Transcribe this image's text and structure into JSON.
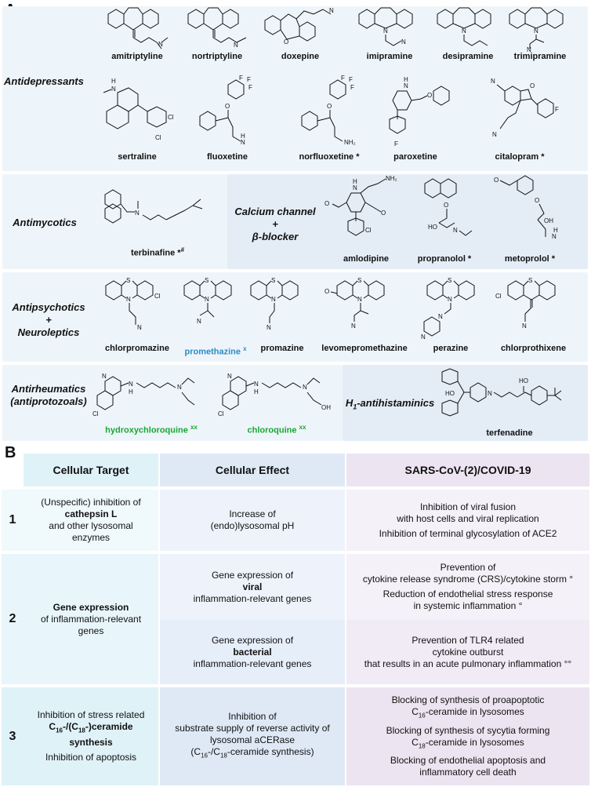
{
  "panel_a": {
    "letter": "A",
    "categories": {
      "antidepressants": "Antidepressants",
      "antimycotics": "Antimycotics",
      "calcium_line1": "Calcium channel",
      "calcium_line2": "+",
      "calcium_line3": "β-blocker",
      "antipsy_line1": "Antipsychotics",
      "antipsy_line2": "+",
      "antipsy_line3": "Neuroleptics",
      "antirheum_line1": "Antirheumatics",
      "antirheum_line2": "(antiprotozoals)",
      "antihist": "-antihistaminics",
      "antihist_prefix": "H",
      "antihist_sub": "1"
    },
    "drugs": {
      "amitriptyline": "amitriptyline",
      "nortriptyline": "nortriptyline",
      "doxepine": "doxepine",
      "imipramine": "imipramine",
      "desipramine": "desipramine",
      "trimipramine": "trimipramine",
      "sertraline": "sertraline",
      "fluoxetine": "fluoxetine",
      "norfluoxetine": "norfluoxetine *",
      "paroxetine": "paroxetine",
      "citalopram": "citalopram *",
      "terbinafine": "terbinafine *",
      "terbinafine_sup": "#",
      "amlodipine": "amlodipine",
      "propranolol": "propranolol *",
      "metoprolol": "metoprolol *",
      "chlorpromazine": "chlorpromazine",
      "promethazine": "promethazine",
      "promethazine_sup": "x",
      "promazine": "promazine",
      "levomepromethazine": "levomepromethazine",
      "perazine": "perazine",
      "chlorprothixene": "chlorprothixene",
      "hydroxychloroquine": "hydroxychloroquine",
      "hydroxychloroquine_sup": "xx",
      "chloroquine": "chloroquine",
      "chloroquine_sup": "xx",
      "terfenadine": "terfenadine"
    },
    "atoms": {
      "n": "N",
      "nh": "HN",
      "h": "H",
      "o": "O",
      "s": "S",
      "cl": "Cl",
      "f": "F",
      "nh2": "NH",
      "oh": "OH",
      "ho": "HO",
      "cf3": "F"
    },
    "colors": {
      "panel": "#eef5fa",
      "panel_dark": "#e4edf6",
      "blue": "#2b8cc4",
      "green": "#17a833"
    }
  },
  "panel_b": {
    "letter": "B",
    "headers": {
      "target": "Cellular Target",
      "effect": "Cellular Effect",
      "covid": "SARS-CoV-(2)/COVID-19"
    },
    "rows": [
      {
        "num": "1",
        "target_a": "(Unspecific) inhibition of",
        "target_b": "cathepsin L",
        "target_c": "and other lysosomal",
        "target_d": "enzymes",
        "effect_a": "Increase of",
        "effect_b": "(endo)lysosomal pH",
        "covid_a": "Inhibition of viral fusion",
        "covid_b": "with host cells and viral replication",
        "covid_c": "Inhibition of terminal glycosylation of ACE2"
      },
      {
        "num": "2",
        "target_a": "Gene expression",
        "target_b": "of inflammation-relevant",
        "target_c": "genes",
        "effect1_a": "Gene expression of",
        "effect1_b": "viral",
        "effect1_c": "inflammation-relevant genes",
        "effect2_a": "Gene expression of",
        "effect2_b": "bacterial",
        "effect2_c": "inflammation-relevant genes",
        "covid1_a": "Prevention of",
        "covid1_b": "cytokine release syndrome (CRS)/cytokine storm °",
        "covid1_c": "Reduction of endothelial stress response",
        "covid1_d": "in systemic inflammation °",
        "covid2_a": "Prevention of TLR4 related",
        "covid2_b": "cytokine outburst",
        "covid2_c": "that results in an acute pulmonary inflammation °°"
      },
      {
        "num": "3",
        "target_a": "Inhibition of stress related",
        "target_b1": "C",
        "target_b1_sub": "16",
        "target_b2": "-/(C",
        "target_b2_sub": "18",
        "target_b3": "-)ceramide",
        "target_c": "synthesis",
        "target_d": "Inhibition of apoptosis",
        "effect_a": "Inhibition of",
        "effect_b": "substrate supply of reverse activity of",
        "effect_c": "lysosomal aCERase",
        "effect_d1": "(C",
        "effect_d1_sub": "16",
        "effect_d2": "-/C",
        "effect_d2_sub": "18",
        "effect_d3": "-ceramide synthesis)",
        "covid_a": "Blocking of synthesis of proapoptotic",
        "covid_b1": "C",
        "covid_b1_sub": "16",
        "covid_b2": "-ceramide in lysosomes",
        "covid_c": "Blocking of synthesis of sycytia forming",
        "covid_d1": "C",
        "covid_d1_sub": "18",
        "covid_d2": "-ceramide in lysosomes",
        "covid_e": "Blocking of endothelial apoptosis and",
        "covid_f": "inflammatory cell death"
      }
    ],
    "colors": {
      "col1": "#dff2f8",
      "col2": "#dfe9f6",
      "col3": "#ece5f1",
      "row_light1": "#f0f9fc",
      "row_light2": "#eef3fb",
      "row_light3": "#f5f1f8"
    }
  }
}
